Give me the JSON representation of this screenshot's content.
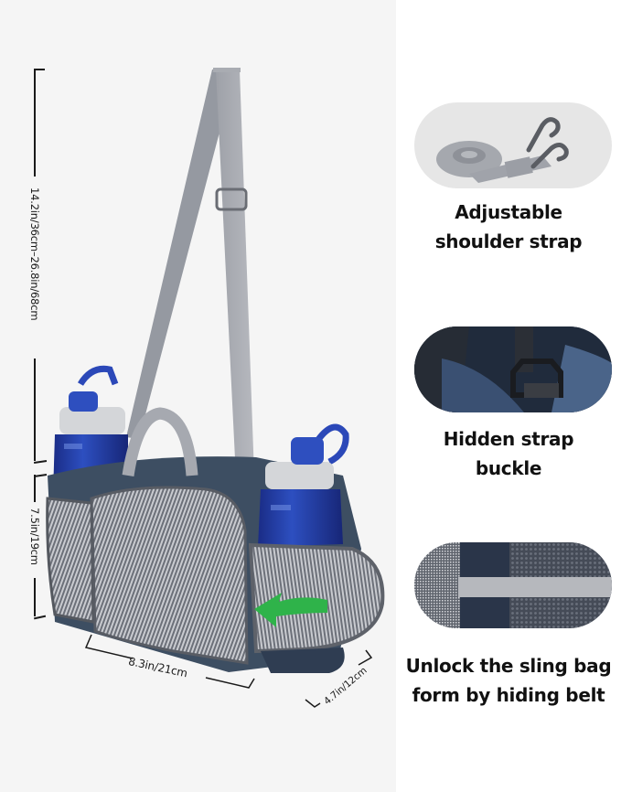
{
  "product": {
    "name": "water-bottle-sling-hip-bag",
    "colors": {
      "panel_bg": "#f5f5f5",
      "page_bg": "#ffffff",
      "strap_gray": "#a9acb3",
      "bag_navy": "#3d4e62",
      "mesh_gray": "#7d8087",
      "bottle_blue": "#2340a8",
      "cap_gray": "#d3d5d8",
      "arrow_green": "#2fb34a"
    }
  },
  "dimensions": {
    "strap_length": "14.2in/36cm–26.8in/68cm",
    "height": "7.5in/19cm",
    "width": "8.3in/21cm",
    "depth": "4.7in/12cm"
  },
  "features": [
    {
      "title_line1": "Adjustable",
      "title_line2": "shoulder strap",
      "image": "coiled-gray-strap-with-hooks"
    },
    {
      "title_line1": "Hidden strap",
      "title_line2": "buckle",
      "image": "navy-pocket-with-buckle"
    },
    {
      "title_line1": "Unlock the sling bag",
      "title_line2": "form by hiding belt",
      "image": "mesh-with-gray-belt-loop"
    }
  ]
}
